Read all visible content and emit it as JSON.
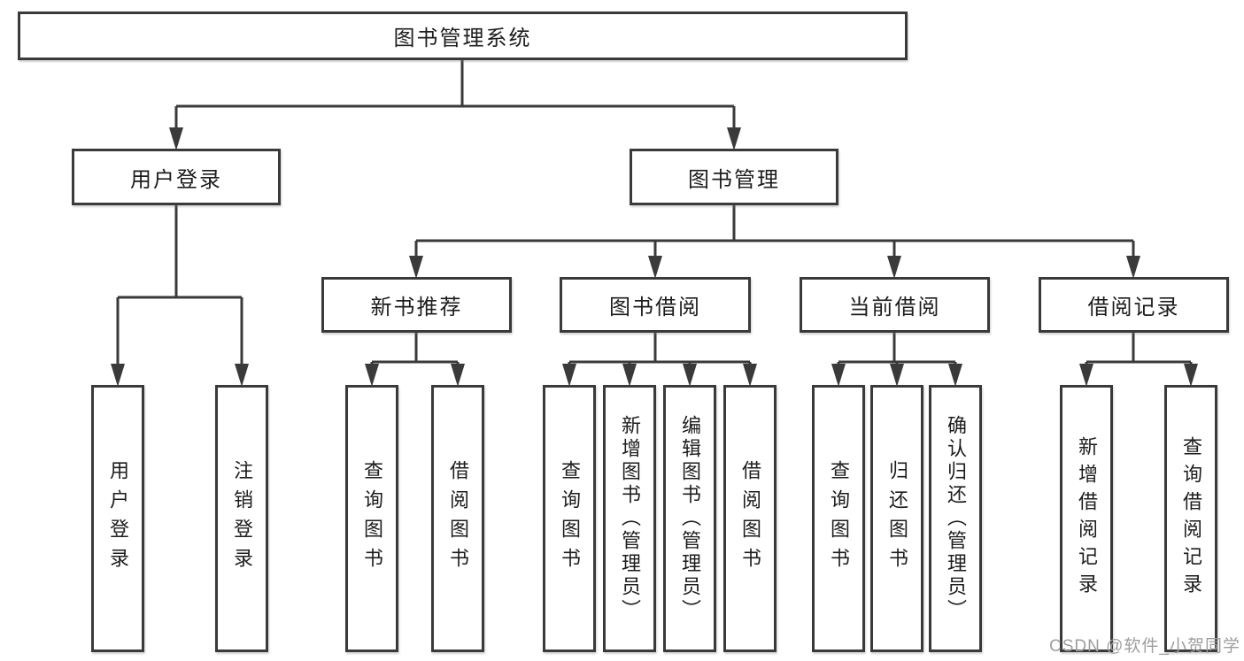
{
  "diagram": {
    "root": {
      "label": "图书管理系统",
      "children": [
        {
          "label": "用户登录",
          "children": [
            {
              "label": "用户登录"
            },
            {
              "label": "注销登录"
            }
          ]
        },
        {
          "label": "图书管理",
          "children": [
            {
              "label": "新书推荐",
              "children": [
                {
                  "label": "查询图书"
                },
                {
                  "label": "借阅图书"
                }
              ]
            },
            {
              "label": "图书借阅",
              "children": [
                {
                  "label": "查询图书"
                },
                {
                  "label": "新增图书（管理员）"
                },
                {
                  "label": "编辑图书（管理员）"
                },
                {
                  "label": "借阅图书"
                }
              ]
            },
            {
              "label": "当前借阅",
              "children": [
                {
                  "label": "查询图书"
                },
                {
                  "label": "归还图书"
                },
                {
                  "label": "确认归还（管理员）"
                }
              ]
            },
            {
              "label": "借阅记录",
              "children": [
                {
                  "label": "新增借阅记录"
                },
                {
                  "label": "查询借阅记录"
                }
              ]
            }
          ]
        }
      ]
    }
  },
  "watermark": {
    "text": "CSDN @软件_小贺同学"
  },
  "colors": {
    "line": "#3a3a3a",
    "text": "#1d1d1d",
    "watermark": "#9e9e9e",
    "background": "#ffffff"
  }
}
